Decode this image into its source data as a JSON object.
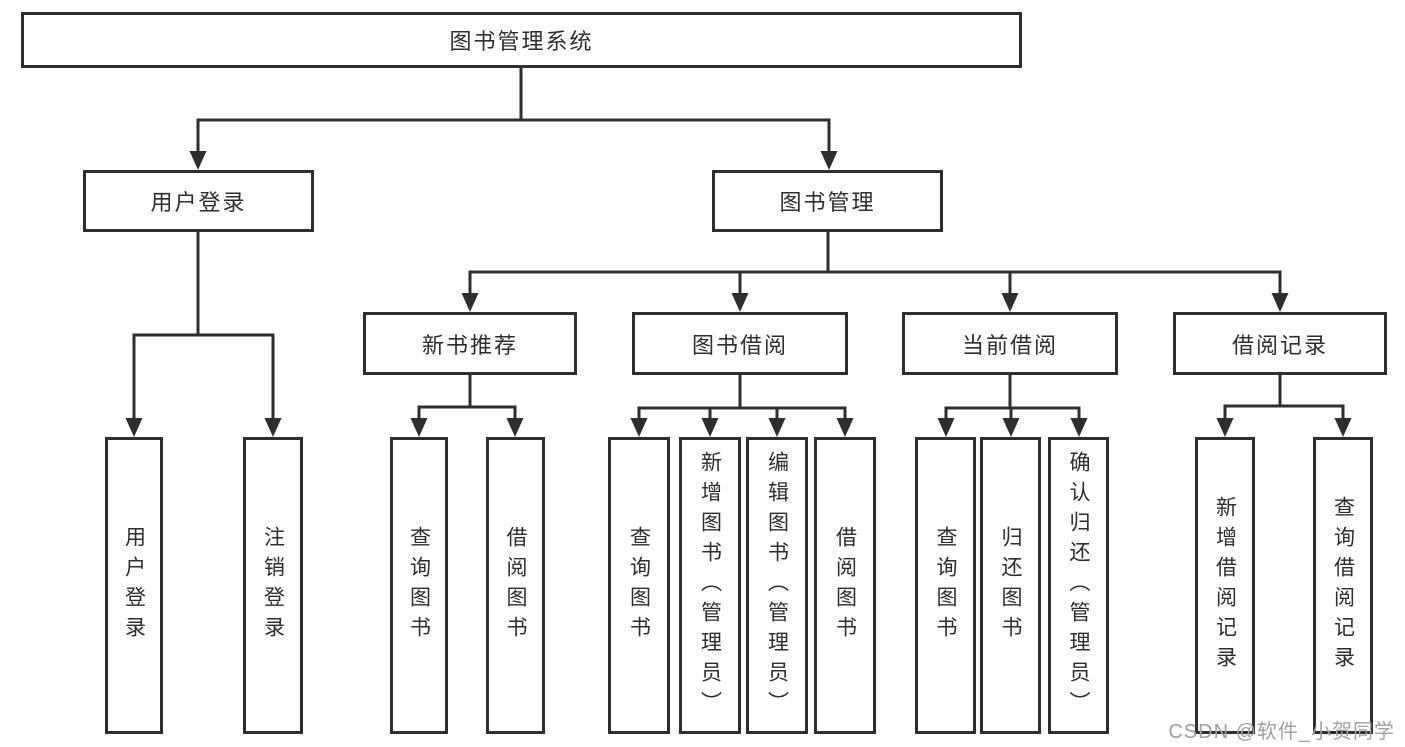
{
  "tree": {
    "label": "图书管理系统",
    "children": [
      {
        "label": "用户登录",
        "children": [
          {
            "label": "用户登录"
          },
          {
            "label": "注销登录"
          }
        ]
      },
      {
        "label": "图书管理",
        "children": [
          {
            "label": "新书推荐",
            "children": [
              {
                "label": "查询图书"
              },
              {
                "label": "借阅图书"
              }
            ]
          },
          {
            "label": "图书借阅",
            "children": [
              {
                "label": "查询图书"
              },
              {
                "label": "新增图书（管理员）"
              },
              {
                "label": "编辑图书（管理员）"
              },
              {
                "label": "借阅图书"
              }
            ]
          },
          {
            "label": "当前借阅",
            "children": [
              {
                "label": "查询图书"
              },
              {
                "label": "归还图书"
              },
              {
                "label": "确认归还（管理员）"
              }
            ]
          },
          {
            "label": "借阅记录",
            "children": [
              {
                "label": "新增借阅记录"
              },
              {
                "label": "查询借阅记录"
              }
            ]
          }
        ]
      }
    ]
  },
  "colors": {
    "line": "#2e2e2e",
    "box_border": "#2e2e2e",
    "text": "#2e2e2e",
    "watermark": "#a0a0a5"
  },
  "watermark": {
    "text": "CSDN @软件_小贺同学"
  }
}
